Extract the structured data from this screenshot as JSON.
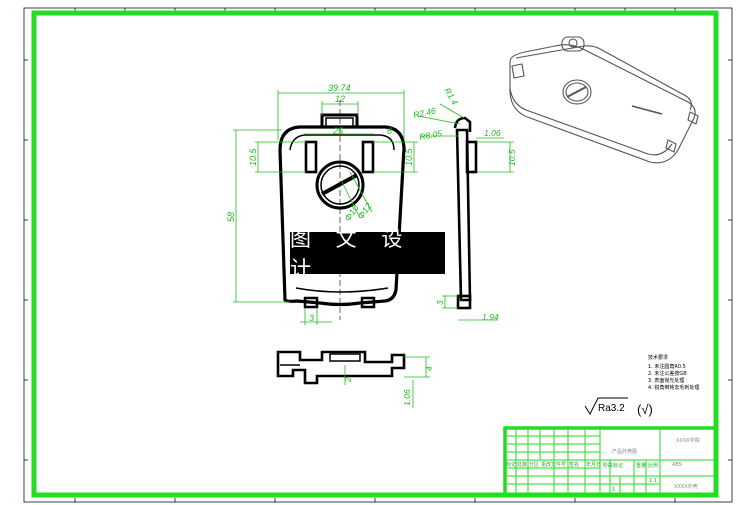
{
  "colors": {
    "frame": "#22dd22",
    "dim": "#22bb22",
    "part": "#000000",
    "iso": "#555555",
    "bg": "#ffffff"
  },
  "overlay_text": "图 文 设 计",
  "dimensions": {
    "front_width": "39.74",
    "tab_width": "12",
    "inner_width": "25",
    "slot_right": "6",
    "height_left": "10.5",
    "height_right": "10.5",
    "overall_height": "58",
    "circle_outer": "Φ12",
    "circle_inner": "Φ10",
    "bottom_width": "3",
    "side_radius_1": "R2.46",
    "side_radius_2": "R1.4",
    "side_radius_3": "R8.05",
    "side_thickness": "1.06",
    "side_height": "10.5",
    "side_bottom_height": "3",
    "side_bottom_width": "1.94",
    "bottom_view_height": "1.06",
    "bottom_view_h2": "4",
    "bottom_view_r": "2"
  },
  "notes": {
    "title": "技术要求",
    "lines": [
      "1. 未注圆角R0.5",
      "2. 未注公差按GB",
      "3. 表面抛光处理",
      "4. 锐角倒钝去毛刺处理"
    ]
  },
  "roughness": {
    "symbol_label": "Ra3.2",
    "check": "(√)"
  },
  "title_block": {
    "part_name": "产品外壳图",
    "company": "XXXX学院",
    "material": "ABS",
    "drawing_no": "XXXX外壳",
    "scale_1": "1:1",
    "sheet": "1",
    "row_headers": [
      "标记",
      "处数",
      "分区",
      "更改文件号",
      "签名",
      "年月日"
    ],
    "stage_header": "阶段标记",
    "weight_header": "重量",
    "scale_header": "比例"
  }
}
